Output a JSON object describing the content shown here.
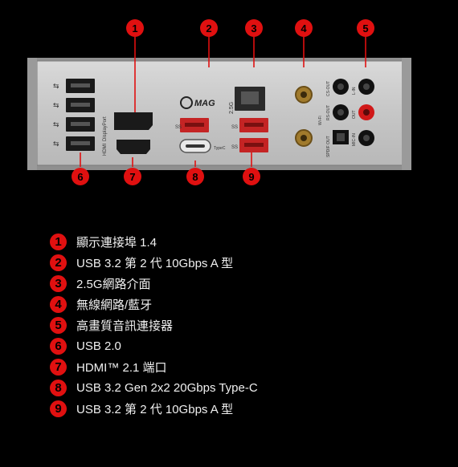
{
  "panel": {
    "brand": "MAG",
    "port_labels": {
      "displayport": "DisplayPort",
      "hdmi": "HDMI",
      "lan": "2.5G",
      "wifi": "Wi-Fi",
      "usbc": "TypeC",
      "spdif": "SPDIF OUT",
      "audio_top": "L-IN",
      "audio_mid": "OUT",
      "audio_mid_left": "RS-OUT",
      "audio_top_left": "CS-OUT",
      "audio_bottom": "MIC-IN"
    }
  },
  "callouts_top": [
    "1",
    "2",
    "3",
    "4",
    "5"
  ],
  "callouts_bottom": [
    "6",
    "7",
    "8",
    "9"
  ],
  "legend": [
    {
      "num": "1",
      "text": "顯示連接埠 1.4"
    },
    {
      "num": "2",
      "text": "USB 3.2 第 2 代 10Gbps A 型"
    },
    {
      "num": "3",
      "text": "2.5G網路介面"
    },
    {
      "num": "4",
      "text": "無線網路/藍牙"
    },
    {
      "num": "5",
      "text": "高畫質音訊連接器"
    },
    {
      "num": "6",
      "text": "USB 2.0"
    },
    {
      "num": "7",
      "text": "HDMI™ 2.1 端口"
    },
    {
      "num": "8",
      "text": "USB 3.2 Gen 2x2 20Gbps Type-C"
    },
    {
      "num": "9",
      "text": "USB 3.2 第 2 代 10Gbps A 型"
    }
  ],
  "colors": {
    "accent_red": "#e01010",
    "panel_silver": "#c9c9c9",
    "background": "#000000"
  }
}
